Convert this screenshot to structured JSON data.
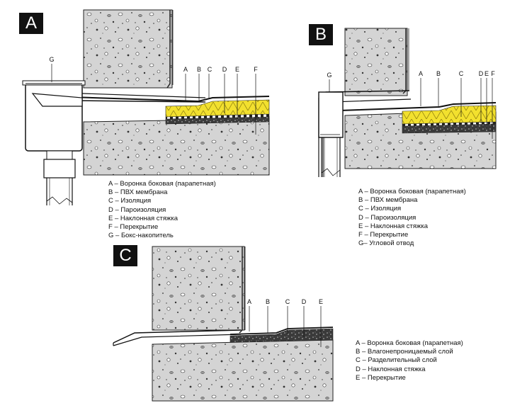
{
  "panels": [
    {
      "id": "A",
      "callouts": [
        "G",
        "A",
        "B",
        "C",
        "D",
        "E",
        "F"
      ],
      "legend": [
        "A – Воронка боковая (парапетная)",
        "B – ПВХ мембрана",
        "C – Изоляция",
        "D – Пароизоляция",
        "E – Наклонная стяжка",
        "F – Перекрытие",
        "G – Бокс-накопитель"
      ]
    },
    {
      "id": "B",
      "callouts": [
        "G",
        "A",
        "B",
        "C",
        "D",
        "E",
        "F"
      ],
      "legend": [
        "A – Воронка боковая (парапетная)",
        "B – ПВХ мембрана",
        "C – Изоляция",
        "D – Пароизоляция",
        "E – Наклонная стяжка",
        "F – Перекрытие",
        "G– Угловой отвод"
      ]
    },
    {
      "id": "C",
      "callouts": [
        "A",
        "B",
        "C",
        "D",
        "E"
      ],
      "legend": [
        "A – Воронка боковая (парапетная)",
        "B – Влагонепроницаемый слой",
        "C – Разделительный слой",
        "D – Наклонная стяжка",
        "E – Перекрытие"
      ]
    }
  ],
  "colors": {
    "concrete": "#d4d4d4",
    "insulation": "#f2e02e",
    "ink": "#111111"
  }
}
